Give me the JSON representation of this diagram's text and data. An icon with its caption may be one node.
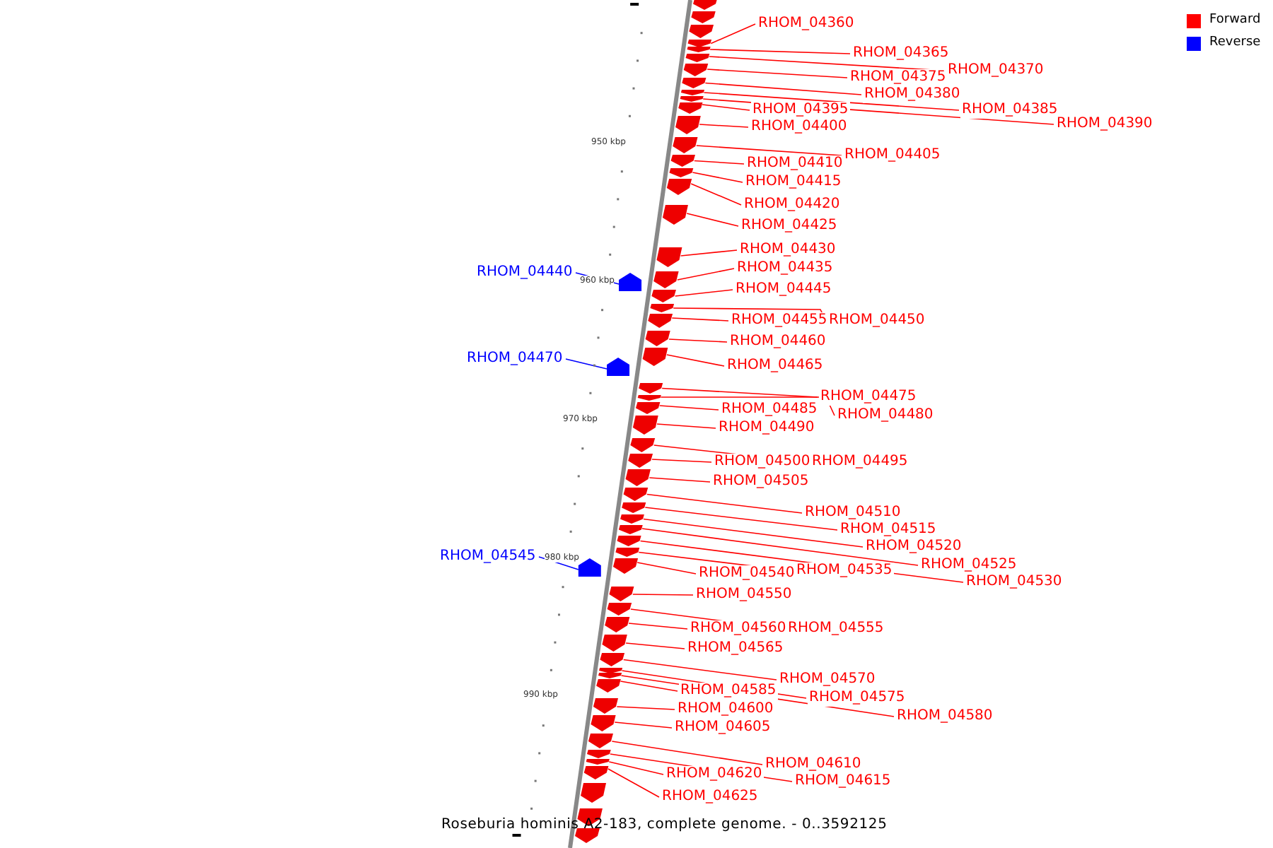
{
  "diagram": {
    "caption": "Roseburia hominis A2-183, complete genome. - 0..3592125",
    "nodes": [
      {
        "text": [
          "RHOM_04360"
        ]
      },
      {
        "text": [
          "RHOM_04365"
        ]
      },
      {
        "text": [
          "RHOM_04370"
        ]
      },
      {
        "text": [
          "RHOM_04375"
        ]
      },
      {
        "text": [
          "RHOM_04380"
        ]
      },
      {
        "text": [
          "RHOM_04385"
        ]
      },
      {
        "text": [
          "RHOM_04390"
        ]
      },
      {
        "text": [
          "RHOM_04395"
        ]
      },
      {
        "text": [
          "RHOM_04400"
        ]
      },
      {
        "text": [
          "RHOM_04405"
        ]
      },
      {
        "text": [
          "RHOM_04410"
        ]
      },
      {
        "text": [
          "RHOM_04415"
        ]
      },
      {
        "text": [
          "RHOM_04420"
        ]
      },
      {
        "text": [
          "RHOM_04425"
        ]
      },
      {
        "text": [
          "RHOM_04430"
        ]
      },
      {
        "text": [
          "RHOM_04435"
        ]
      },
      {
        "text": [
          "RHOM_04440"
        ]
      },
      {
        "text": [
          "RHOM_04445"
        ]
      },
      {
        "text": [
          "RHOM_04450"
        ]
      },
      {
        "text": [
          "RHOM_04455"
        ]
      },
      {
        "text": [
          "RHOM_04460"
        ]
      },
      {
        "text": [
          "RHOM_04465"
        ]
      },
      {
        "text": [
          "RHOM_04470"
        ]
      },
      {
        "text": [
          "RHOM_04475"
        ]
      },
      {
        "text": [
          "RHOM_04480"
        ]
      },
      {
        "text": [
          "RHOM_04485"
        ]
      },
      {
        "text": [
          "RHOM_04490"
        ]
      },
      {
        "text": [
          "RHOM_04495"
        ]
      },
      {
        "text": [
          "RHOM_04500"
        ]
      },
      {
        "text": [
          "RHOM_04505"
        ]
      },
      {
        "text": [
          "RHOM_04510"
        ]
      },
      {
        "text": [
          "RHOM_04515"
        ]
      },
      {
        "text": [
          "RHOM_04520"
        ]
      },
      {
        "text": [
          "RHOM_04525"
        ]
      },
      {
        "text": [
          "RHOM_04530"
        ]
      },
      {
        "text": [
          "RHOM_04535"
        ]
      },
      {
        "text": [
          "RHOM_04540"
        ]
      },
      {
        "text": [
          "RHOM_04545"
        ]
      },
      {
        "text": [
          "RHOM_04550"
        ]
      },
      {
        "text": [
          "RHOM_04555"
        ]
      },
      {
        "text": [
          "RHOM_04560"
        ]
      },
      {
        "text": [
          "RHOM_04565"
        ]
      },
      {
        "text": [
          "RHOM_04570"
        ]
      },
      {
        "text": [
          "RHOM_04575"
        ]
      },
      {
        "text": [
          "RHOM_04580"
        ]
      },
      {
        "text": [
          "RHOM_04585"
        ]
      },
      {
        "text": [
          "RHOM_04600"
        ]
      },
      {
        "text": [
          "RHOM_04605"
        ]
      },
      {
        "text": [
          "RHOM_04610"
        ]
      },
      {
        "text": [
          "RHOM_04615"
        ]
      },
      {
        "text": [
          "RHOM_04620"
        ]
      },
      {
        "text": [
          "RHOM_04625"
        ]
      },
      {
        "text": [],
        "shape": "pentagon"
      },
      {
        "text": [],
        "shape": "pentagon"
      },
      {
        "text": [],
        "shape": "pentagon"
      },
      {
        "text": [],
        "shape": "pentagon"
      },
      {
        "text": [],
        "shape": "pentagon"
      },
      {
        "text": [],
        "shape": "pentagon"
      },
      {
        "text": [],
        "shape": "pentagon"
      },
      {
        "text": [],
        "shape": "pentagon"
      },
      {
        "text": [],
        "shape": "pentagon"
      },
      {
        "text": [],
        "shape": "pentagon"
      },
      {
        "text": [],
        "shape": "pentagon"
      },
      {
        "text": [],
        "shape": "pentagon"
      },
      {
        "text": [],
        "shape": "pentagon"
      },
      {
        "text": [],
        "shape": "pentagon"
      },
      {
        "text": [],
        "shape": "pentagon"
      },
      {
        "text": [],
        "shape": "pentagon"
      },
      {
        "text": [],
        "shape": "pentagon"
      },
      {
        "text": [],
        "shape": "pentagon"
      },
      {
        "text": [],
        "shape": "pentagon"
      },
      {
        "text": [],
        "shape": "pentagon"
      },
      {
        "text": [],
        "shape": "pentagon"
      },
      {
        "text": [],
        "shape": "pentagon"
      },
      {
        "text": [],
        "shape": "pentagon"
      },
      {
        "text": [],
        "shape": "pentagon"
      },
      {
        "text": [],
        "shape": "pentagon"
      },
      {
        "text": [],
        "shape": "pentagon"
      },
      {
        "text": [],
        "shape": "pentagon"
      },
      {
        "text": [],
        "shape": "pentagon"
      },
      {
        "text": [],
        "shape": "pentagon"
      },
      {
        "text": [],
        "shape": "pentagon"
      },
      {
        "text": [],
        "shape": "pentagon"
      },
      {
        "text": [],
        "shape": "pentagon"
      },
      {
        "text": [],
        "shape": "pentagon"
      },
      {
        "text": [],
        "shape": "pentagon"
      },
      {
        "text": [],
        "shape": "pentagon"
      },
      {
        "text": [],
        "shape": "pentagon"
      },
      {
        "text": [],
        "shape": "pentagon"
      },
      {
        "text": [],
        "shape": "pentagon"
      },
      {
        "text": [],
        "shape": "pentagon"
      },
      {
        "text": [],
        "shape": "pentagon"
      },
      {
        "text": [],
        "shape": "pentagon"
      },
      {
        "text": [],
        "shape": "pentagon"
      },
      {
        "text": [],
        "shape": "pentagon"
      },
      {
        "text": [],
        "shape": "pentagon"
      },
      {
        "text": [],
        "shape": "pentagon"
      },
      {
        "text": [],
        "shape": "pentagon"
      },
      {
        "text": [],
        "shape": "pentagon"
      },
      {
        "text": [],
        "shape": "pentagon"
      },
      {
        "text": [],
        "shape": "pentagon"
      },
      {
        "text": [],
        "shape": "pentagon"
      },
      {
        "text": [],
        "shape": "pentagon"
      },
      {
        "text": [],
        "shape": "pentagon"
      },
      {
        "text": [],
        "shape": "pentagon"
      },
      {
        "text": [],
        "shape": "pentagon"
      },
      {
        "text": [],
        "shape": "pentagon"
      },
      {
        "text": [],
        "shape": "pentagon"
      },
      {
        "text": [],
        "shape": "pentagon"
      },
      {
        "text": [],
        "shape": "pentagon"
      }
    ],
    "edges": [
      {
        "from": 0,
        "to": 52,
        "arrow": "none"
      },
      {
        "from": 1,
        "to": 53,
        "arrow": "none"
      },
      {
        "from": 2,
        "to": 54,
        "arrow": "none"
      },
      {
        "from": 3,
        "to": 55,
        "arrow": "none"
      },
      {
        "from": 4,
        "to": 56,
        "arrow": "none"
      },
      {
        "from": 5,
        "to": 57,
        "arrow": "none"
      },
      {
        "from": 6,
        "to": 58,
        "arrow": "none"
      },
      {
        "from": 7,
        "to": 59,
        "arrow": "none"
      },
      {
        "from": 8,
        "to": 60,
        "arrow": "none"
      },
      {
        "from": 9,
        "to": 61,
        "arrow": "none"
      },
      {
        "from": 10,
        "to": 62,
        "arrow": "none"
      },
      {
        "from": 11,
        "to": 63,
        "arrow": "none"
      },
      {
        "from": 12,
        "to": 64,
        "arrow": "none"
      },
      {
        "from": 13,
        "to": 65,
        "arrow": "none"
      },
      {
        "from": 14,
        "to": 66,
        "arrow": "none"
      },
      {
        "from": 15,
        "to": 67,
        "arrow": "none"
      },
      {
        "from": 16,
        "to": 68,
        "arrow": "none",
        "color": "#0000ff"
      },
      {
        "from": 17,
        "to": 69,
        "arrow": "none"
      },
      {
        "from": 18,
        "to": 70,
        "arrow": "none"
      },
      {
        "from": 19,
        "to": 71,
        "arrow": "none"
      },
      {
        "from": 20,
        "to": 72,
        "arrow": "none"
      },
      {
        "from": 21,
        "to": 73,
        "arrow": "none"
      },
      {
        "from": 22,
        "to": 74,
        "arrow": "none",
        "color": "#0000ff"
      },
      {
        "from": 23,
        "to": 75,
        "arrow": "none"
      },
      {
        "from": 24,
        "to": 76,
        "arrow": "none"
      },
      {
        "from": 25,
        "to": 77,
        "arrow": "none"
      },
      {
        "from": 26,
        "to": 78,
        "arrow": "none"
      },
      {
        "from": 27,
        "to": 79,
        "arrow": "none"
      },
      {
        "from": 28,
        "to": 80,
        "arrow": "none"
      },
      {
        "from": 29,
        "to": 81,
        "arrow": "none"
      },
      {
        "from": 30,
        "to": 82,
        "arrow": "none"
      },
      {
        "from": 31,
        "to": 83,
        "arrow": "none"
      },
      {
        "from": 32,
        "to": 84,
        "arrow": "none"
      },
      {
        "from": 33,
        "to": 85,
        "arrow": "none"
      },
      {
        "from": 34,
        "to": 86,
        "arrow": "none"
      },
      {
        "from": 35,
        "to": 87,
        "arrow": "none"
      },
      {
        "from": 36,
        "to": 88,
        "arrow": "none"
      },
      {
        "from": 37,
        "to": 89,
        "arrow": "none",
        "color": "#0000ff"
      },
      {
        "from": 38,
        "to": 90,
        "arrow": "none"
      },
      {
        "from": 39,
        "to": 91,
        "arrow": "none"
      },
      {
        "from": 40,
        "to": 92,
        "arrow": "none"
      },
      {
        "from": 41,
        "to": 93,
        "arrow": "none"
      },
      {
        "from": 42,
        "to": 94,
        "arrow": "none"
      },
      {
        "from": 43,
        "to": 95,
        "arrow": "none"
      },
      {
        "from": 44,
        "to": 96,
        "arrow": "none"
      },
      {
        "from": 45,
        "to": 97,
        "arrow": "none"
      },
      {
        "from": 46,
        "to": 98,
        "arrow": "none"
      },
      {
        "from": 47,
        "to": 99,
        "arrow": "none"
      },
      {
        "from": 48,
        "to": 100,
        "arrow": "none"
      },
      {
        "from": 49,
        "to": 101,
        "arrow": "none"
      },
      {
        "from": 50,
        "to": 102,
        "arrow": "none"
      },
      {
        "from": 51,
        "to": 103,
        "arrow": "none"
      }
    ],
    "labels": [
      "950 kbp",
      "960 kbp",
      "970 kbp",
      "980 kbp",
      "990 kbp"
    ],
    "legend": [
      {
        "text": "Forward",
        "color": "#ff0000"
      },
      {
        "text": "Reverse",
        "color": "#0000ff"
      }
    ]
  }
}
